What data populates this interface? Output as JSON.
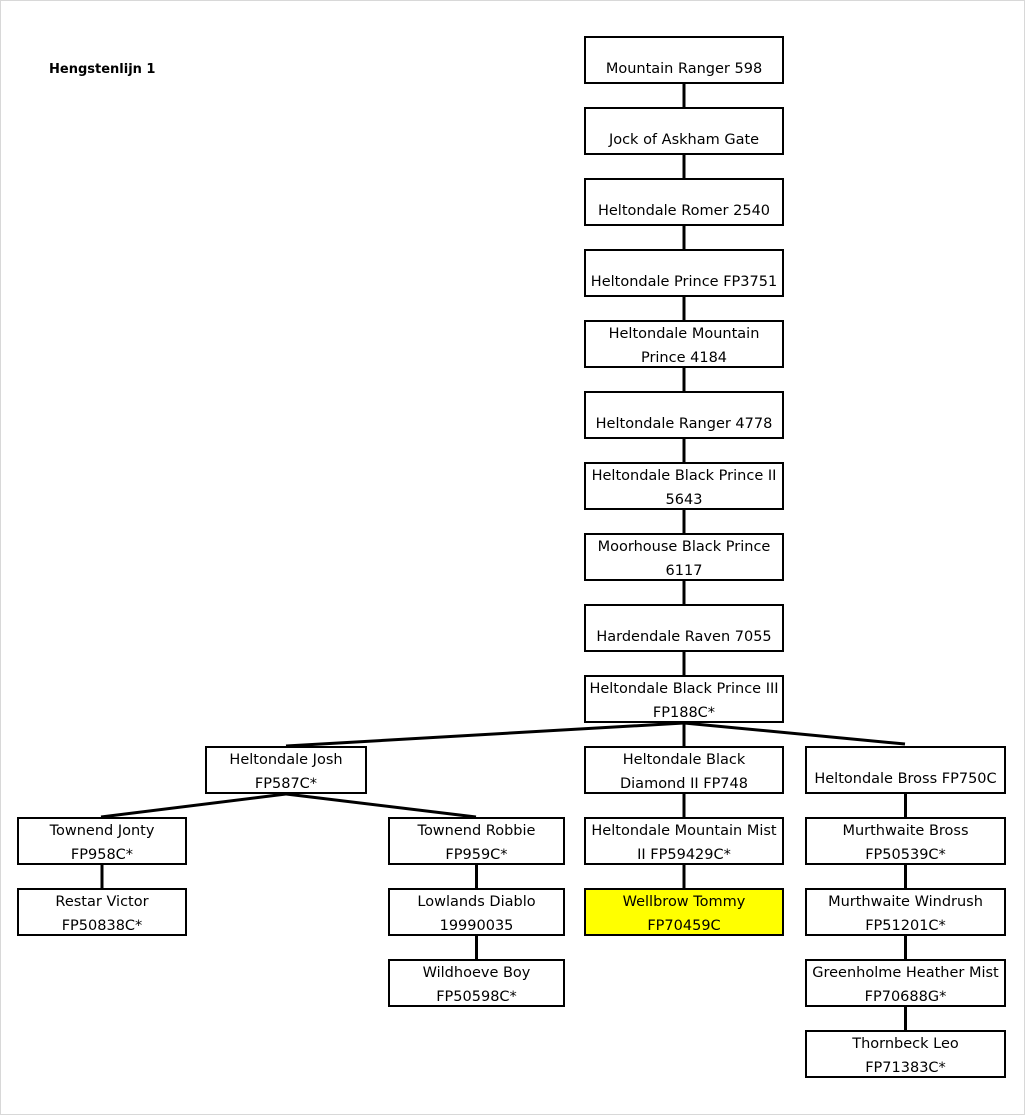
{
  "title": "Hengstenlijn 1",
  "highlight_color": "#ffff00",
  "nodes": [
    {
      "id": "mountain-ranger",
      "lines": [
        "Mountain Ranger 598"
      ]
    },
    {
      "id": "jock-of-askham-gate",
      "lines": [
        "Jock of Askham Gate"
      ]
    },
    {
      "id": "heltondale-romer",
      "lines": [
        "Heltondale Romer 2540"
      ]
    },
    {
      "id": "heltondale-prince",
      "lines": [
        "Heltondale Prince FP3751"
      ]
    },
    {
      "id": "heltondale-mountain-prince",
      "lines": [
        "Heltondale Mountain",
        "Prince 4184"
      ]
    },
    {
      "id": "heltondale-ranger",
      "lines": [
        "Heltondale Ranger 4778"
      ]
    },
    {
      "id": "heltondale-black-prince-ii",
      "lines": [
        "Heltondale Black Prince II",
        "5643"
      ]
    },
    {
      "id": "moorhouse-black-prince",
      "lines": [
        "Moorhouse Black Prince",
        "6117"
      ]
    },
    {
      "id": "hardendale-raven",
      "lines": [
        "Hardendale Raven 7055"
      ]
    },
    {
      "id": "heltondale-black-prince-iii",
      "lines": [
        "Heltondale Black Prince III",
        "FP188C*"
      ]
    },
    {
      "id": "heltondale-josh",
      "lines": [
        "Heltondale Josh",
        "FP587C*"
      ]
    },
    {
      "id": "heltondale-black-diamond-ii",
      "lines": [
        "Heltondale Black",
        "Diamond II FP748"
      ]
    },
    {
      "id": "heltondale-bross",
      "lines": [
        "Heltondale Bross FP750C"
      ]
    },
    {
      "id": "townend-jonty",
      "lines": [
        "Townend Jonty",
        "FP958C*"
      ]
    },
    {
      "id": "townend-robbie",
      "lines": [
        "Townend Robbie",
        "FP959C*"
      ]
    },
    {
      "id": "heltondale-mountain-mist-ii",
      "lines": [
        "Heltondale Mountain Mist",
        "II FP59429C*"
      ]
    },
    {
      "id": "murthwaite-bross",
      "lines": [
        "Murthwaite Bross",
        "FP50539C*"
      ]
    },
    {
      "id": "restar-victor",
      "lines": [
        "Restar Victor",
        "FP50838C*"
      ]
    },
    {
      "id": "lowlands-diablo",
      "lines": [
        "Lowlands Diablo",
        "19990035"
      ]
    },
    {
      "id": "wellbrow-tommy",
      "lines": [
        "Wellbrow Tommy",
        "FP70459C"
      ],
      "highlight": true
    },
    {
      "id": "murthwaite-windrush",
      "lines": [
        "Murthwaite Windrush",
        "FP51201C*"
      ]
    },
    {
      "id": "wildhoeve-boy",
      "lines": [
        "Wildhoeve Boy",
        "FP50598C*"
      ]
    },
    {
      "id": "greenholme-heather-mist",
      "lines": [
        "Greenholme Heather Mist",
        "FP70688G*"
      ]
    },
    {
      "id": "thornbeck-leo",
      "lines": [
        "Thornbeck Leo",
        "FP71383C*"
      ]
    }
  ],
  "edges": [
    [
      "mountain-ranger",
      "jock-of-askham-gate"
    ],
    [
      "jock-of-askham-gate",
      "heltondale-romer"
    ],
    [
      "heltondale-romer",
      "heltondale-prince"
    ],
    [
      "heltondale-prince",
      "heltondale-mountain-prince"
    ],
    [
      "heltondale-mountain-prince",
      "heltondale-ranger"
    ],
    [
      "heltondale-ranger",
      "heltondale-black-prince-ii"
    ],
    [
      "heltondale-black-prince-ii",
      "moorhouse-black-prince"
    ],
    [
      "moorhouse-black-prince",
      "hardendale-raven"
    ],
    [
      "hardendale-raven",
      "heltondale-black-prince-iii"
    ],
    [
      "heltondale-black-prince-iii",
      "heltondale-josh"
    ],
    [
      "heltondale-black-prince-iii",
      "heltondale-black-diamond-ii"
    ],
    [
      "heltondale-black-prince-iii",
      "heltondale-bross"
    ],
    [
      "heltondale-josh",
      "townend-jonty"
    ],
    [
      "heltondale-josh",
      "townend-robbie"
    ],
    [
      "heltondale-black-diamond-ii",
      "heltondale-mountain-mist-ii"
    ],
    [
      "heltondale-bross",
      "murthwaite-bross"
    ],
    [
      "townend-jonty",
      "restar-victor"
    ],
    [
      "townend-robbie",
      "lowlands-diablo"
    ],
    [
      "heltondale-mountain-mist-ii",
      "wellbrow-tommy"
    ],
    [
      "murthwaite-bross",
      "murthwaite-windrush"
    ],
    [
      "lowlands-diablo",
      "wildhoeve-boy"
    ],
    [
      "murthwaite-windrush",
      "greenholme-heather-mist"
    ],
    [
      "greenholme-heather-mist",
      "thornbeck-leo"
    ]
  ]
}
